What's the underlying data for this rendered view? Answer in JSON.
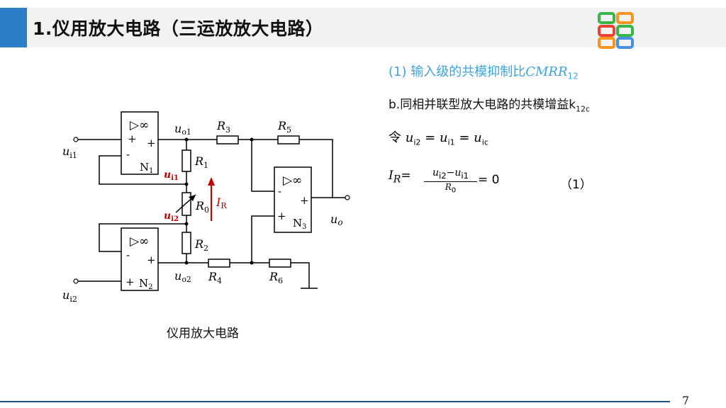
{
  "slide": {
    "title": "1.仪用放大电路（三运放放大电路）",
    "page_number": "7",
    "caption": "仪用放大电路"
  },
  "right": {
    "section_prefix": "(1) 输入级的共模抑制比",
    "section_cmrr": "CMRR",
    "section_sub": "12",
    "line2_text": "b.同相并联型放大电路的共模增益k",
    "line2_sub": "12c",
    "eq1_prefix": "令",
    "eq1": {
      "u": "u",
      "i2": "i2",
      "i1": "i1",
      "ic": "ic",
      "eq": "="
    },
    "eq2": {
      "lhs_I": "I",
      "lhs_R": "R",
      "lhs_eq": "=",
      "num": "u",
      "num_i2": "i2",
      "num_minus": "−u",
      "num_i1": "i1",
      "den": "R",
      "den_sub": "0",
      "rhs": "= 0"
    },
    "eq_number": "（1）"
  },
  "circuit": {
    "ui1": "u",
    "ui1_sub": "i1",
    "ui2": "u",
    "ui2_sub": "i2",
    "uo1": "u",
    "uo1_sub": "o1",
    "uo2": "u",
    "uo2_sub": "o2",
    "uo": "u",
    "uo_sub": "o",
    "R1": "R",
    "R1_sub": "1",
    "R2": "R",
    "R2_sub": "2",
    "R3": "R",
    "R3_sub": "3",
    "R4": "R",
    "R4_sub": "4",
    "R5": "R",
    "R5_sub": "5",
    "R6": "R",
    "R6_sub": "6",
    "R0": "R",
    "R0_sub": "0",
    "IR": "I",
    "IR_sub": "R",
    "N1": "N",
    "N1_sub": "1",
    "N2": "N",
    "N2_sub": "2",
    "N3": "N",
    "N3_sub": "3",
    "inf": "▷∞",
    "plus": "+",
    "minus": "-",
    "ui1_red": "u",
    "ui1_red_sub": "i1",
    "ui2_red": "u",
    "ui2_red_sub": "i2"
  },
  "colors": {
    "accent_blue": "#2d7ec8",
    "subtitle_blue": "#3aa3e3",
    "red": "#c00000",
    "logo_green": "#39b54a",
    "logo_orange": "#f7941d",
    "logo_red": "#e94235",
    "logo_blue": "#4a90e2"
  }
}
